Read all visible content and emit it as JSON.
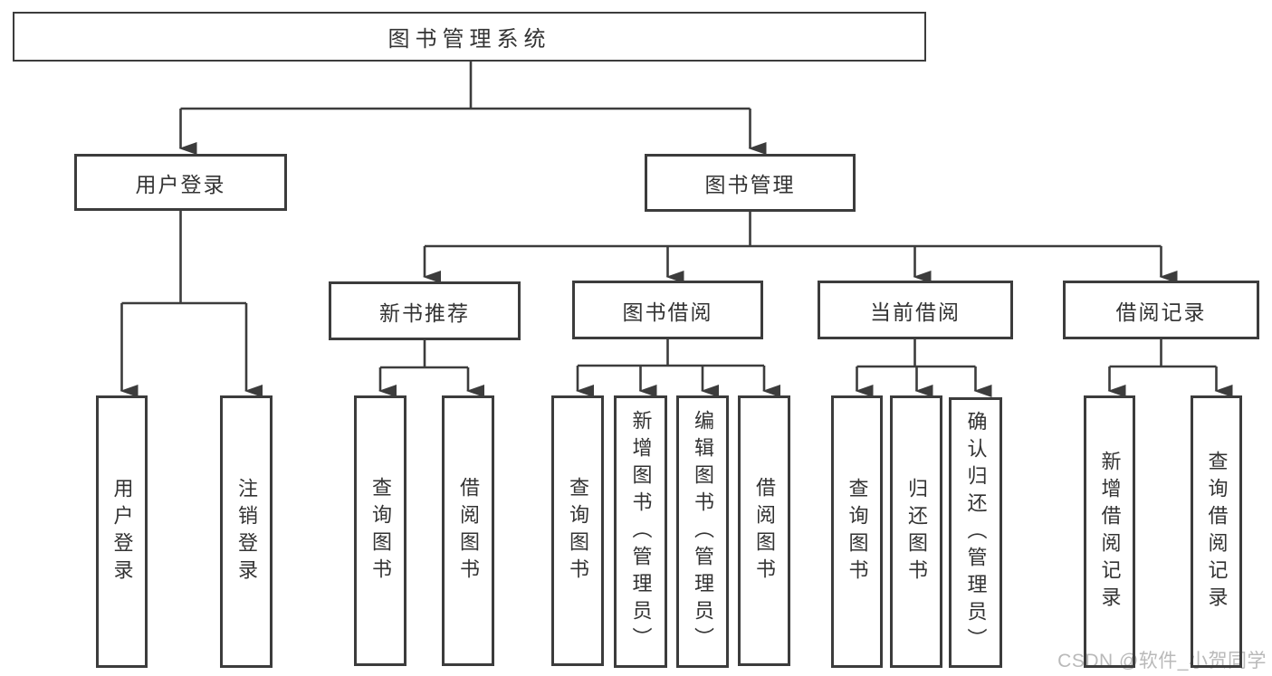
{
  "diagram": {
    "root": {
      "label": "图书管理系统",
      "children": [
        {
          "label": "用户登录",
          "children": [
            {
              "label": "用户登录"
            },
            {
              "label": "注销登录"
            }
          ]
        },
        {
          "label": "图书管理",
          "children": [
            {
              "label": "新书推荐",
              "children": [
                {
                  "label": "查询图书"
                },
                {
                  "label": "借阅图书"
                }
              ]
            },
            {
              "label": "图书借阅",
              "children": [
                {
                  "label": "查询图书"
                },
                {
                  "label": "新增图书（管理员）"
                },
                {
                  "label": "编辑图书（管理员）"
                },
                {
                  "label": "借阅图书"
                }
              ]
            },
            {
              "label": "当前借阅",
              "children": [
                {
                  "label": "查询图书"
                },
                {
                  "label": "归还图书"
                },
                {
                  "label": "确认归还（管理员）"
                }
              ]
            },
            {
              "label": "借阅记录",
              "children": [
                {
                  "label": "新增借阅记录"
                },
                {
                  "label": "查询借阅记录"
                }
              ]
            }
          ]
        }
      ]
    }
  },
  "watermark": {
    "text": "CSDN @软件_小贺同学"
  },
  "colors": {
    "line": "#3c3c3c",
    "text": "#333333",
    "background": "#ffffff",
    "watermark": "#b9b9b9"
  }
}
